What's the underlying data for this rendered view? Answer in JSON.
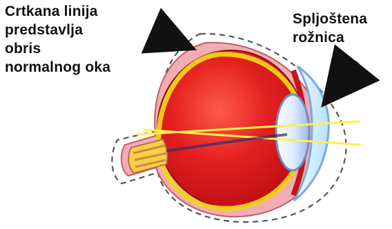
{
  "labels": {
    "dashed_outline": [
      "Crtkana linija",
      "predstavlja",
      "obris",
      "normalnog oka"
    ],
    "flattened_cornea": [
      "Spljoštena",
      "rožnica"
    ]
  },
  "colors": {
    "sclera_pink": "#e8a7ad",
    "eyeball_red": "#e21f1f",
    "eyeball_dark_red": "#b80e12",
    "retina_yellow": "#f2d21a",
    "light_rays": "#fff04a",
    "lens_blue": "#dbe9ff",
    "cornea_blue": "#c9e8ff",
    "arrow_black": "#111111",
    "dashed_outline": "#555555"
  },
  "icons": {
    "arrow": "arrow-icon"
  }
}
